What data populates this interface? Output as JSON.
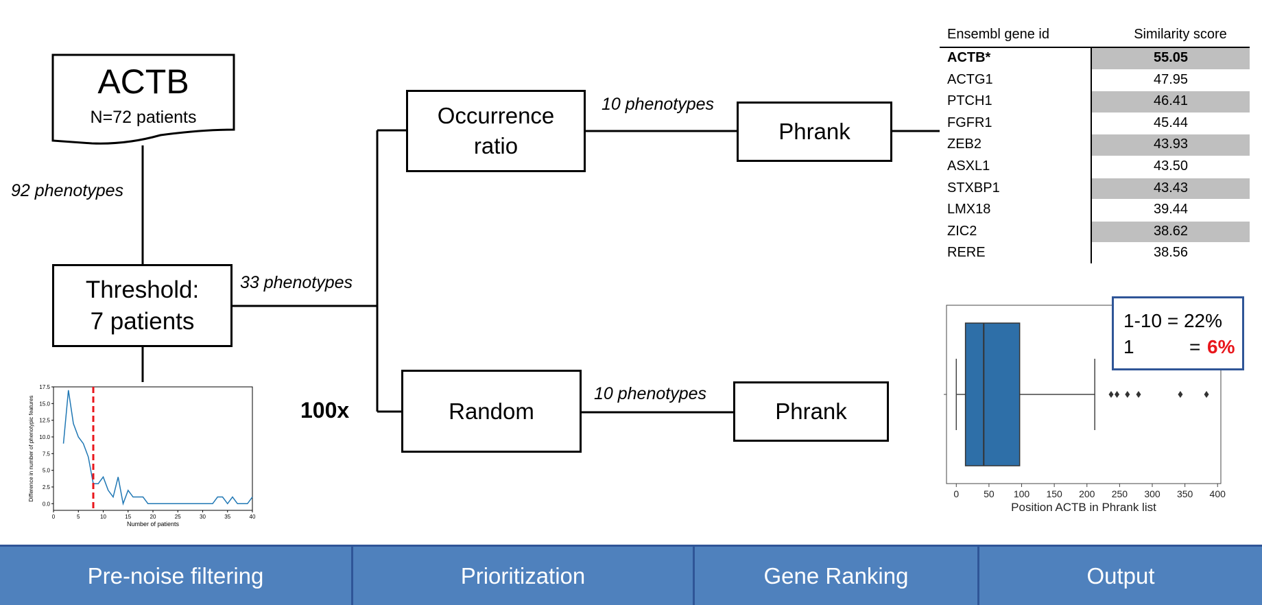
{
  "source": {
    "gene": "ACTB",
    "patients": "N=72 patients"
  },
  "threshold": {
    "line1": "Threshold:",
    "line2": "7 patients"
  },
  "edges": {
    "e1": "92 phenotypes",
    "e2": "33 phenotypes",
    "e3": "10 phenotypes",
    "e4": "10 phenotypes"
  },
  "repeat_label": "100x",
  "nodes": {
    "occurrence_line1": "Occurrence",
    "occurrence_line2": "ratio",
    "random": "Random",
    "phrank_top": "Phrank",
    "phrank_bottom": "Phrank"
  },
  "table": {
    "headers": [
      "Ensembl gene id",
      "Similarity score"
    ],
    "rows": [
      {
        "gene": "ACTB*",
        "score": "55.05",
        "bold": true
      },
      {
        "gene": "ACTG1",
        "score": "47.95"
      },
      {
        "gene": "PTCH1",
        "score": "46.41"
      },
      {
        "gene": "FGFR1",
        "score": "45.44"
      },
      {
        "gene": "ZEB2",
        "score": "43.93"
      },
      {
        "gene": "ASXL1",
        "score": "43.50"
      },
      {
        "gene": "STXBP1",
        "score": "43.43"
      },
      {
        "gene": "LMX18",
        "score": "39.44"
      },
      {
        "gene": "ZIC2",
        "score": "38.62"
      },
      {
        "gene": "RERE",
        "score": "38.56"
      }
    ]
  },
  "stats": {
    "line1": "1-10 = 22%",
    "line2_left": "1",
    "line2_eq": "=",
    "line2_value": "6%",
    "highlight_color": "#e8161b"
  },
  "footer": [
    "Pre-noise filtering",
    "Prioritization",
    "Gene Ranking",
    "Output"
  ],
  "colors": {
    "footer_bg": "#4f81bd",
    "footer_border": "#2f5597",
    "box_fill": "#2e6fa8",
    "line": "#1f77b4",
    "dashed": "#e8161b"
  },
  "chart_data": [
    {
      "type": "line",
      "xlabel": "Number of patients",
      "ylabel": "Difference in number of phenotypic features",
      "xlim": [
        0,
        40
      ],
      "ylim": [
        -1,
        17.5
      ],
      "xticks": [
        0,
        5,
        10,
        15,
        20,
        25,
        30,
        35,
        40
      ],
      "yticks": [
        0.0,
        2.5,
        5.0,
        7.5,
        10.0,
        12.5,
        15.0,
        17.5
      ],
      "x": [
        2,
        3,
        4,
        5,
        6,
        7,
        8,
        9,
        10,
        11,
        12,
        13,
        14,
        15,
        16,
        17,
        18,
        19,
        20,
        21,
        22,
        23,
        24,
        25,
        26,
        27,
        28,
        29,
        30,
        31,
        32,
        33,
        34,
        35,
        36,
        37,
        38,
        39,
        40
      ],
      "y": [
        9,
        17,
        12,
        10,
        9,
        7,
        3,
        3,
        4,
        2,
        1,
        4,
        0,
        2,
        1,
        1,
        1,
        0,
        0,
        0,
        0,
        0,
        0,
        0,
        0,
        0,
        0,
        0,
        0,
        0,
        0,
        1,
        1,
        0,
        1,
        0,
        0,
        0,
        1
      ],
      "threshold_x": 8
    },
    {
      "type": "box",
      "xlabel": "Position ACTB in Phrank list",
      "xlim": [
        -15,
        405
      ],
      "xticks": [
        0,
        50,
        100,
        150,
        200,
        250,
        300,
        350,
        400
      ],
      "whisker_low": 0,
      "q1": 14,
      "median": 42,
      "q3": 97,
      "whisker_high": 212,
      "outliers": [
        237,
        246,
        262,
        279,
        343,
        383
      ]
    }
  ]
}
